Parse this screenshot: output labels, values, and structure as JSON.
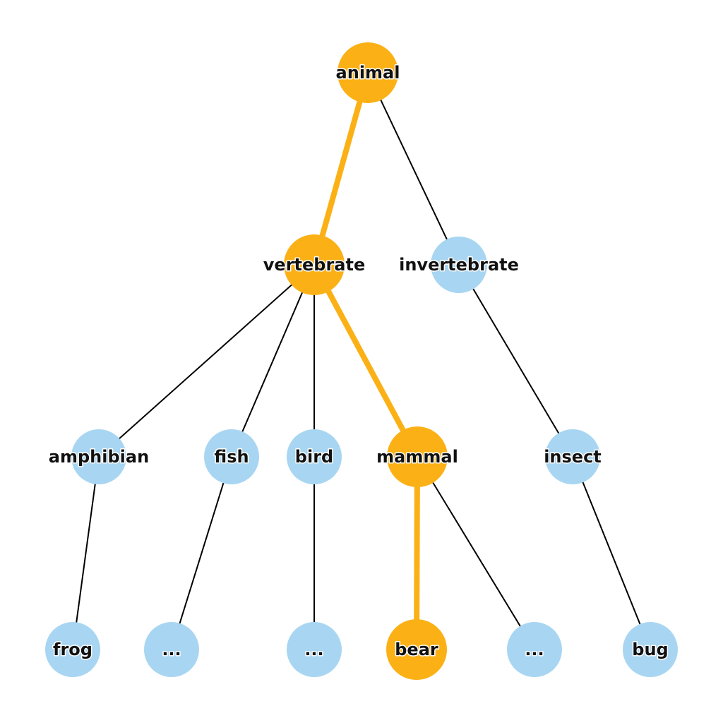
{
  "colors": {
    "highlight": "#FBB116",
    "node": "#A8D6F2",
    "edge": "#000000",
    "label": "#111111"
  },
  "nodes": [
    {
      "id": "animal",
      "label": "animal",
      "highlight": true
    },
    {
      "id": "vertebrate",
      "label": "vertebrate",
      "highlight": true
    },
    {
      "id": "invertebrate",
      "label": "invertebrate",
      "highlight": false
    },
    {
      "id": "amphibian",
      "label": "amphibian",
      "highlight": false
    },
    {
      "id": "fish",
      "label": "fish",
      "highlight": false
    },
    {
      "id": "bird",
      "label": "bird",
      "highlight": false
    },
    {
      "id": "mammal",
      "label": "mammal",
      "highlight": true
    },
    {
      "id": "insect",
      "label": "insect",
      "highlight": false
    },
    {
      "id": "frog",
      "label": "frog",
      "highlight": false
    },
    {
      "id": "fish-etc",
      "label": "...",
      "highlight": false
    },
    {
      "id": "bird-etc",
      "label": "...",
      "highlight": false
    },
    {
      "id": "bear",
      "label": "bear",
      "highlight": true
    },
    {
      "id": "mammal-etc",
      "label": "...",
      "highlight": false
    },
    {
      "id": "bug",
      "label": "bug",
      "highlight": false
    }
  ],
  "edges": [
    {
      "from": "animal",
      "to": "vertebrate",
      "highlight": true
    },
    {
      "from": "animal",
      "to": "invertebrate",
      "highlight": false
    },
    {
      "from": "vertebrate",
      "to": "amphibian",
      "highlight": false
    },
    {
      "from": "vertebrate",
      "to": "fish",
      "highlight": false
    },
    {
      "from": "vertebrate",
      "to": "bird",
      "highlight": false
    },
    {
      "from": "vertebrate",
      "to": "mammal",
      "highlight": true
    },
    {
      "from": "invertebrate",
      "to": "insect",
      "highlight": false
    },
    {
      "from": "amphibian",
      "to": "frog",
      "highlight": false
    },
    {
      "from": "fish",
      "to": "fish-etc",
      "highlight": false
    },
    {
      "from": "bird",
      "to": "bird-etc",
      "highlight": false
    },
    {
      "from": "mammal",
      "to": "bear",
      "highlight": true
    },
    {
      "from": "mammal",
      "to": "mammal-etc",
      "highlight": false
    },
    {
      "from": "insect",
      "to": "bug",
      "highlight": false
    }
  ]
}
